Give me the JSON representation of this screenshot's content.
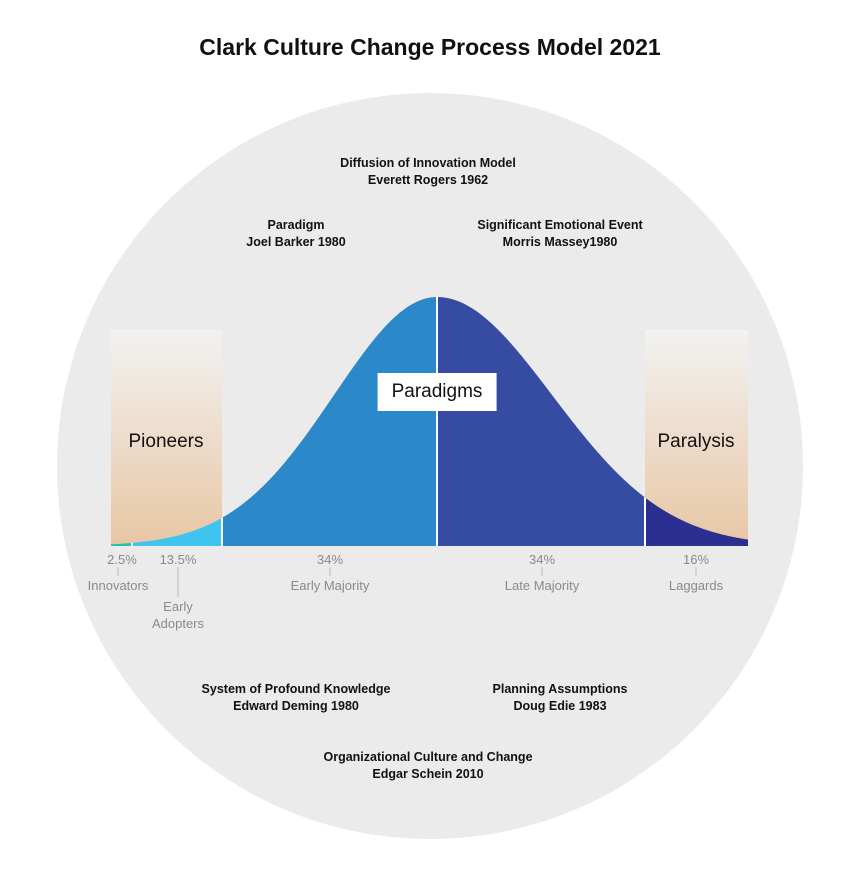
{
  "title": "Clark Culture Change Process Model 2021",
  "references": [
    {
      "name": "Diffusion of Innovation Model",
      "author": "Everett Rogers 1962"
    },
    {
      "name": "Paradigm",
      "author": "Joel Barker 1980"
    },
    {
      "name": "Significant Emotional Event",
      "author": "Morris Massey1980"
    },
    {
      "name": "System of Profound Knowledge",
      "author": "Edward Deming 1980"
    },
    {
      "name": "Planning Assumptions",
      "author": "Doug Edie 1983"
    },
    {
      "name": "Organizational Culture and Change",
      "author": "Edgar Schein 2010"
    }
  ],
  "segments": [
    {
      "label": "Innovators",
      "percent": "2.5%",
      "color": "#24c0b0"
    },
    {
      "label_line1": "Early",
      "label_line2": "Adopters",
      "percent": "13.5%",
      "color": "#3fc4f0"
    },
    {
      "label": "Early Majority",
      "percent": "34%",
      "color": "#2b88c9"
    },
    {
      "label": "Late Majority",
      "percent": "34%",
      "color": "#364ca3"
    },
    {
      "label": "Laggards",
      "percent": "16%",
      "color": "#2b2f8f"
    }
  ],
  "pioneers_label": "Pioneers",
  "paralysis_label": "Paralysis",
  "center_label": "Paradigms",
  "colors": {
    "circle": "#ebebeb",
    "gradient_top": "#f2f2f2",
    "gradient_bottom": "#e8c6a4"
  }
}
